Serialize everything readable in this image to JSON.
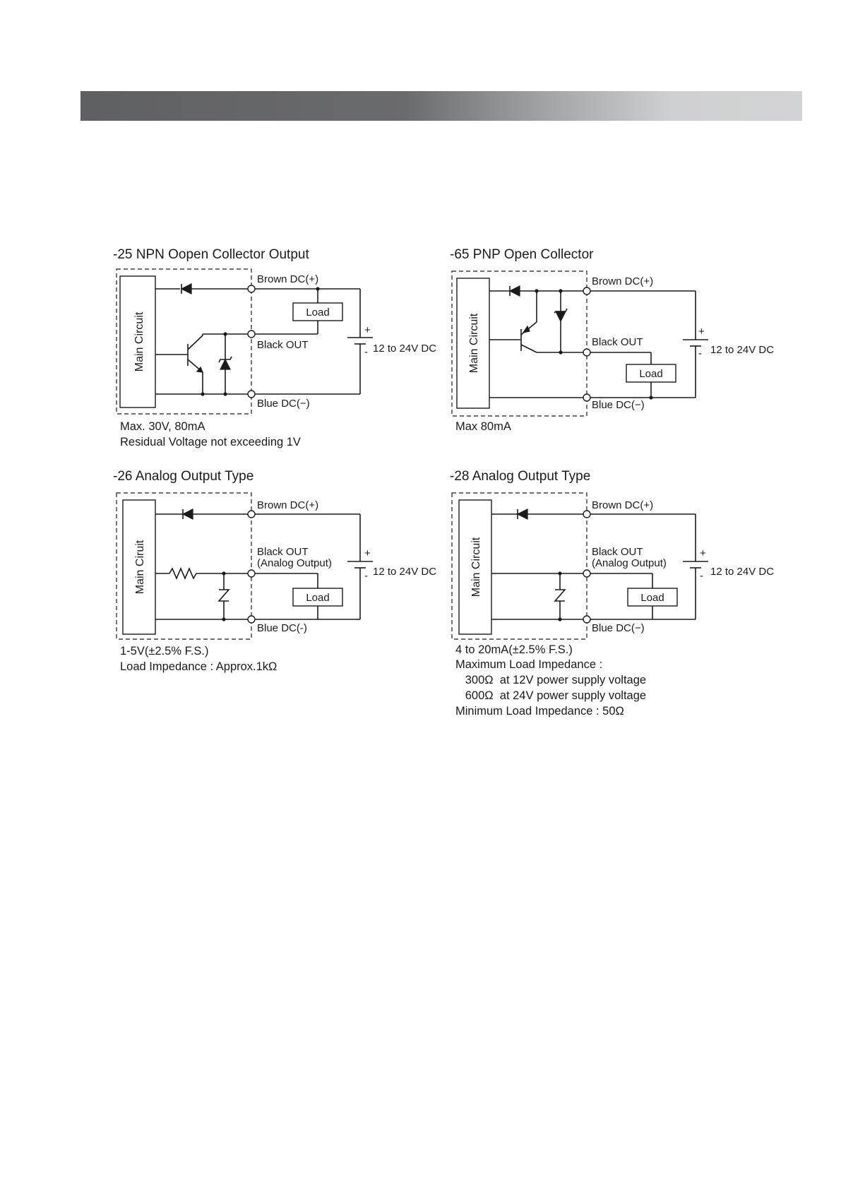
{
  "colors": {
    "header_bar_start": "#5f6062",
    "header_bar_end": "#d2d3d4",
    "ink": "#1a1a1a"
  },
  "diagrams": {
    "npn": {
      "title": "-25  NPN Oopen Collector Output",
      "main_circuit": "Main Circuit",
      "brown": "Brown DC(+)",
      "black": "Black OUT",
      "blue": "Blue DC(−)",
      "load": "Load",
      "plus": "+",
      "minus": "-",
      "supply": "12 to 24V DC",
      "notes": [
        "Max. 30V, 80mA",
        "Residual Voltage not exceeding 1V"
      ]
    },
    "pnp": {
      "title": "-65  PNP Open Collector",
      "main_circuit": "Main Circuit",
      "brown": "Brown DC(+)",
      "black": "Black OUT",
      "blue": "Blue DC(−)",
      "load": "Load",
      "plus": "+",
      "minus": "-",
      "supply": "12 to 24V DC",
      "notes": [
        "Max 80mA"
      ]
    },
    "analog26": {
      "title": "-26  Analog Output Type",
      "main_circuit": "Main Ciruit",
      "brown": "Brown DC(+)",
      "black": "Black OUT",
      "black_sub": "(Analog Output)",
      "blue": "Blue DC(-)",
      "load": "Load",
      "plus": "+",
      "minus": "-",
      "supply": "12 to 24V DC",
      "notes": [
        "1-5V(±2.5% F.S.)",
        "Load Impedance : Approx.1kΩ"
      ]
    },
    "analog28": {
      "title": "-28  Analog Output Type",
      "main_circuit": "Main Circuit",
      "brown": "Brown DC(+)",
      "black": "Black OUT",
      "black_sub": "(Analog Output)",
      "blue": "Blue DC(−)",
      "load": "Load",
      "plus": "+",
      "minus": "-",
      "supply": "12 to 24V DC",
      "notes": [
        "4 to 20mA(±2.5% F.S.)",
        "Maximum Load Impedance :",
        "   300Ω  at 12V power supply voltage",
        "   600Ω  at 24V power supply voltage",
        "Minimum Load Impedance : 50Ω"
      ]
    }
  }
}
